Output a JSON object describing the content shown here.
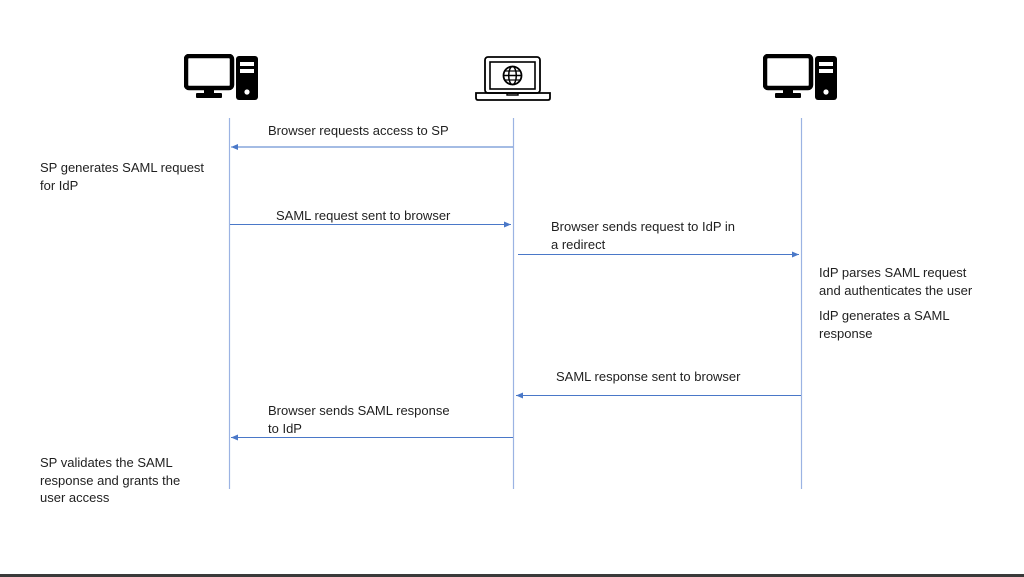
{
  "actors": [
    {
      "id": "sp",
      "icon": "desktop-computer-icon"
    },
    {
      "id": "browser",
      "icon": "laptop-globe-icon"
    },
    {
      "id": "idp",
      "icon": "desktop-computer-icon"
    }
  ],
  "colors": {
    "lifeline": "#9bb3e3",
    "arrow": "#4a78c8",
    "text": "#1f1f1f",
    "icon": "#000000"
  },
  "messages": [
    {
      "from": "browser",
      "to": "sp",
      "lines": [
        "Browser requests access to SP"
      ]
    },
    {
      "from": "sp",
      "to": "browser",
      "lines": [
        "SAML request sent to browser"
      ]
    },
    {
      "from": "browser",
      "to": "idp",
      "lines": [
        "Browser sends request to IdP in",
        "a redirect"
      ]
    },
    {
      "from": "idp",
      "to": "browser",
      "lines": [
        "SAML response sent to browser"
      ]
    },
    {
      "from": "browser",
      "to": "sp",
      "lines": [
        "Browser sends SAML response",
        "to IdP"
      ]
    }
  ],
  "notes": [
    {
      "actor": "sp",
      "lines": [
        "SP generates SAML request",
        "for IdP"
      ]
    },
    {
      "actor": "idp",
      "lines": [
        "IdP parses SAML request",
        "and authenticates the user"
      ]
    },
    {
      "actor": "idp",
      "lines": [
        "IdP generates a SAML",
        "response"
      ]
    },
    {
      "actor": "sp",
      "lines": [
        "SP validates the SAML",
        "response and grants the",
        "user access"
      ]
    }
  ]
}
